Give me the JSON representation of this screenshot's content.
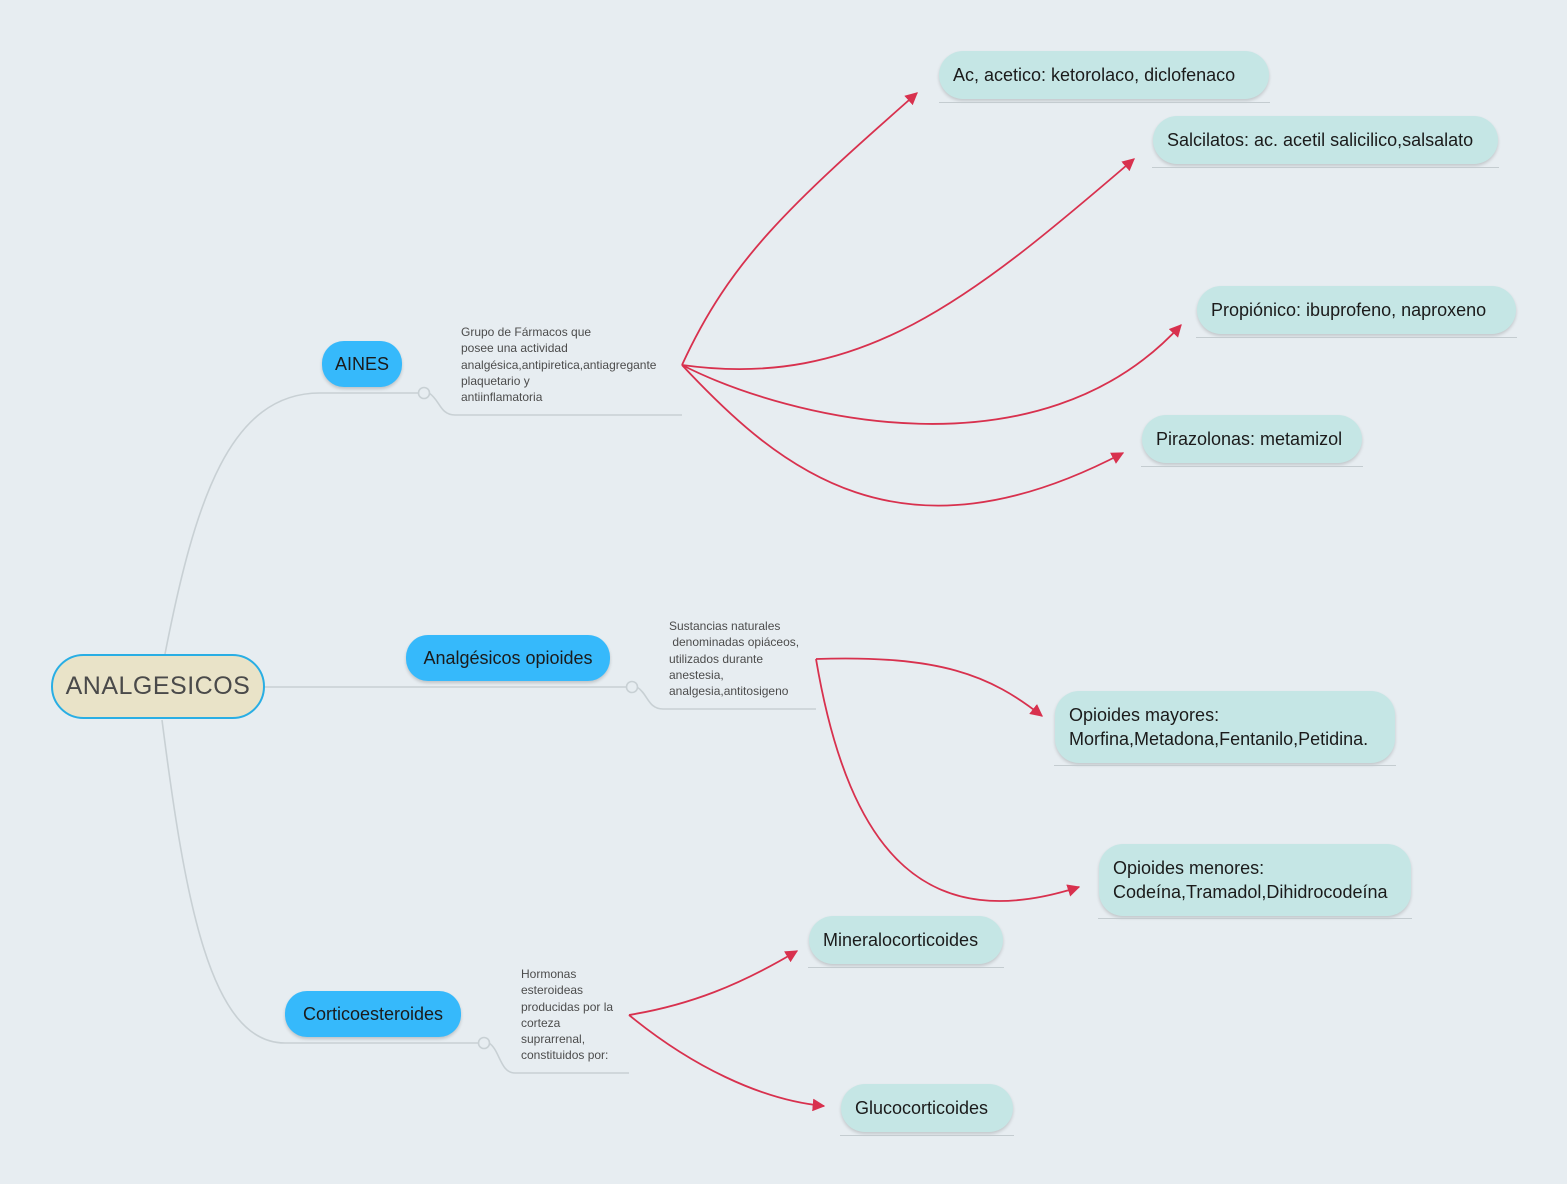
{
  "root": {
    "label": "ANALGESICOS"
  },
  "branches": {
    "aines": {
      "label": "AINES",
      "note": "Grupo de Fármacos que\nposee una actividad\nanalgésica,antipiretica,antiagregante\nplaquetario y\nantiinflamatoria",
      "items": [
        "Ac, acetico: ketorolaco, diclofenaco",
        "Salcilatos: ac. acetil salicilico,salsalato",
        "Propiónico: ibuprofeno, naproxeno",
        "Pirazolonas: metamizol"
      ]
    },
    "opioides": {
      "label": "Analgésicos opioides",
      "note": "Sustancias naturales\n denominadas opiáceos,\nutilizados durante\nanestesia,\nanalgesia,antitosigeno",
      "items": [
        "Opioides mayores:\nMorfina,Metadona,Fentanilo,Petidina.",
        "Opioides menores:\nCodeína,Tramadol,Dihidrocodeína"
      ]
    },
    "corticoesteroides": {
      "label": "Corticoesteroides",
      "note": "Hormonas\nesteroideas\nproducidas por la\ncorteza\nsuprarrenal,\nconstituidos por:",
      "items": [
        "Mineralocorticoides",
        "Glucocorticoides"
      ]
    }
  },
  "colors": {
    "background": "#e7edf1",
    "root_fill": "#e9e3c8",
    "root_border": "#29aee4",
    "branch_fill": "#36b9fb",
    "leaf_fill": "#c5e6e5",
    "arrow": "#d8314e",
    "connector": "#c8d0d4"
  }
}
